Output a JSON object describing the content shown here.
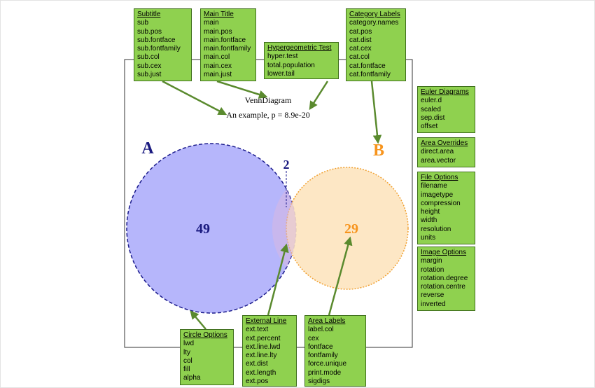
{
  "diagram": {
    "main_title": "VennDiagram",
    "subtitle": "An example, p = 8.9e-20",
    "set_a_label": "A",
    "set_b_label": "B",
    "count_a_only": "49",
    "count_b_only": "29",
    "count_overlap": "2",
    "colors": {
      "circle_a_fill": "#b6b6fb",
      "circle_a_border": "#1a1a8c",
      "circle_b_fill": "#fde4bf",
      "circle_b_border": "#f0a030",
      "label_a": "#1a1a80",
      "label_b": "#f7941d",
      "box_fill": "#8fd14f",
      "arrow": "#5a8a2e"
    }
  },
  "boxes": {
    "subtitle": {
      "title": "Subtitle",
      "items": [
        "sub",
        "sub.pos",
        "sub.fontface",
        "sub.fontfamily",
        "sub.col",
        "sub.cex",
        "sub.just"
      ]
    },
    "main_title": {
      "title": "Main Title",
      "items": [
        "main",
        "main.pos",
        "main.fontface",
        "main.fontfamily",
        "main.col",
        "main.cex",
        "main.just"
      ]
    },
    "hypergeometric": {
      "title": "Hypergeometric Test",
      "items": [
        "hyper.test",
        "total.population",
        "lower.tail"
      ]
    },
    "category_labels": {
      "title": "Category Labels",
      "items": [
        "category.names",
        "cat.pos",
        "cat.dist",
        "cat.cex",
        "cat.col",
        "cat.fontface",
        "cat.fontfamily"
      ]
    },
    "euler": {
      "title": "Euler Diagrams",
      "items": [
        "euler.d",
        "scaled",
        "sep.dist",
        "offset"
      ]
    },
    "area_overrides": {
      "title": "Area Overrides",
      "items": [
        "direct.area",
        "area.vector"
      ]
    },
    "file_options": {
      "title": "File Options",
      "items": [
        "filename",
        "imagetype",
        "compression",
        "height",
        "width",
        "resolution",
        "units"
      ]
    },
    "image_options": {
      "title": "Image Options",
      "items": [
        "margin",
        "rotation",
        "rotation.degree",
        "rotation.centre",
        "reverse",
        "inverted"
      ]
    },
    "circle_options": {
      "title": "Circle Options",
      "items": [
        "lwd",
        "lty",
        "col",
        "fill",
        "alpha"
      ]
    },
    "external_line": {
      "title": "External Line",
      "items": [
        "ext.text",
        "ext.percent",
        "ext.line.lwd",
        "ext.line.lty",
        "ext.dist",
        "ext.length",
        "ext.pos"
      ]
    },
    "area_labels": {
      "title": "Area Labels",
      "items": [
        "label.col",
        "cex",
        "fontface",
        "fontfamily",
        "force.unique",
        "print.mode",
        "sigdigs"
      ]
    }
  }
}
